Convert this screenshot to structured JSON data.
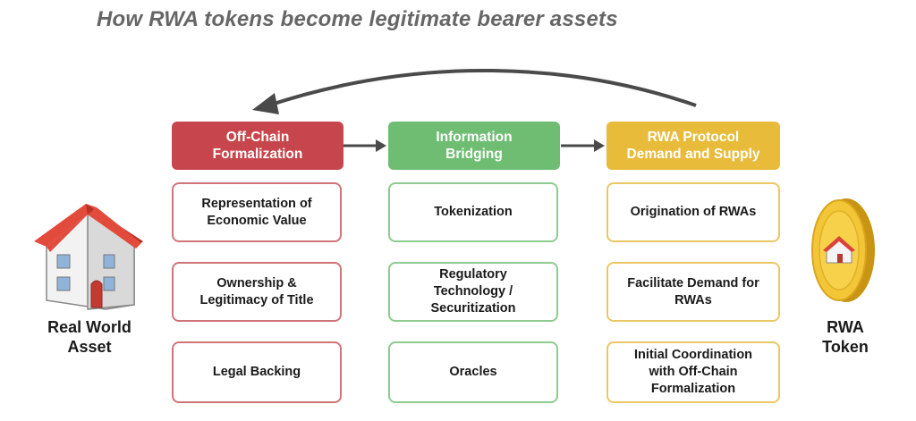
{
  "title": "How RWA tokens become legitimate bearer assets",
  "left_label": "Real World\nAsset",
  "right_label": "RWA\nToken",
  "columns": [
    {
      "header": "Off-Chain\nFormalization",
      "color": "#c7464d",
      "items": [
        "Representation of\nEconomic Value",
        "Ownership &\nLegitimacy of Title",
        "Legal Backing"
      ]
    },
    {
      "header": "Information\nBridging",
      "color": "#6ebd72",
      "items": [
        "Tokenization",
        "Regulatory\nTechnology /\nSecuritization",
        "Oracles"
      ]
    },
    {
      "header": "RWA Protocol\nDemand and Supply",
      "color": "#e8bb3a",
      "items": [
        "Origination of RWAs",
        "Facilitate Demand for\nRWAs",
        "Initial Coordination\nwith Off-Chain\nFormalization"
      ]
    }
  ],
  "icons": {
    "house": "house-icon",
    "coin": "coin-icon",
    "arrow": "arrow-icon"
  }
}
